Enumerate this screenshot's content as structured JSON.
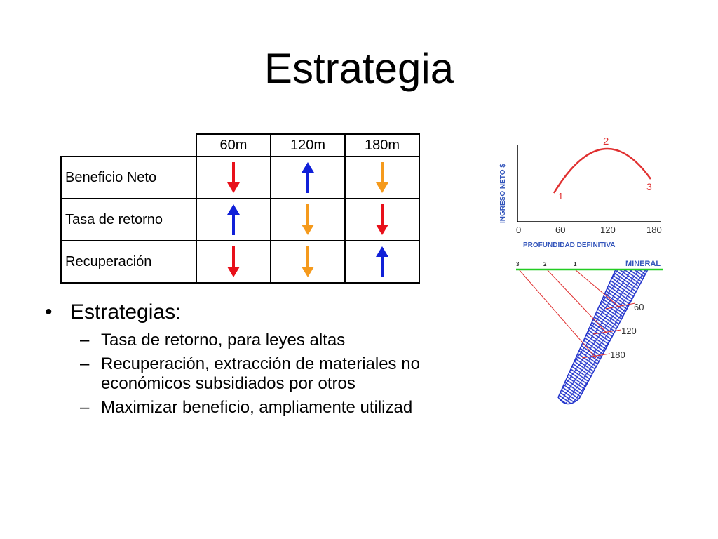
{
  "slide": {
    "title": "Estrategia"
  },
  "table": {
    "columns": [
      "60m",
      "120m",
      "180m"
    ],
    "rows": [
      {
        "label": "Beneficio Neto",
        "arrows": [
          {
            "dir": "down",
            "color": "#e8101a"
          },
          {
            "dir": "up",
            "color": "#1020d8"
          },
          {
            "dir": "down",
            "color": "#f59a1c"
          }
        ]
      },
      {
        "label": "Tasa de retorno",
        "arrows": [
          {
            "dir": "up",
            "color": "#1020d8"
          },
          {
            "dir": "down",
            "color": "#f59a1c"
          },
          {
            "dir": "down",
            "color": "#e8101a"
          }
        ]
      },
      {
        "label": "Recuperación",
        "arrows": [
          {
            "dir": "down",
            "color": "#e8101a"
          },
          {
            "dir": "down",
            "color": "#f59a1c"
          },
          {
            "dir": "up",
            "color": "#1020d8"
          }
        ]
      }
    ]
  },
  "bullets": {
    "main": "Estrategias:",
    "items": [
      "Tasa de retorno, para leyes altas",
      "Recuperación, extracción de materiales no económicos subsidiados por otros",
      "Maximizar beneficio, ampliamente utilizad"
    ]
  },
  "figure": {
    "chart": {
      "ylabel": "INGRESO NETO $",
      "xlabel": "PROFUNDIDAD DEFINITIVA",
      "x_ticks": [
        "0",
        "60",
        "120",
        "180"
      ],
      "point_labels": [
        "1",
        "2",
        "3"
      ],
      "curve_color": "#e03030"
    },
    "section": {
      "surface_label": "MINERAL",
      "pit_labels": [
        "3",
        "2",
        "1"
      ],
      "depth_labels": [
        "60",
        "120",
        "180"
      ],
      "surface_color": "#22cc22",
      "ore_color": "#2233cc",
      "line_color": "#e03030"
    }
  }
}
